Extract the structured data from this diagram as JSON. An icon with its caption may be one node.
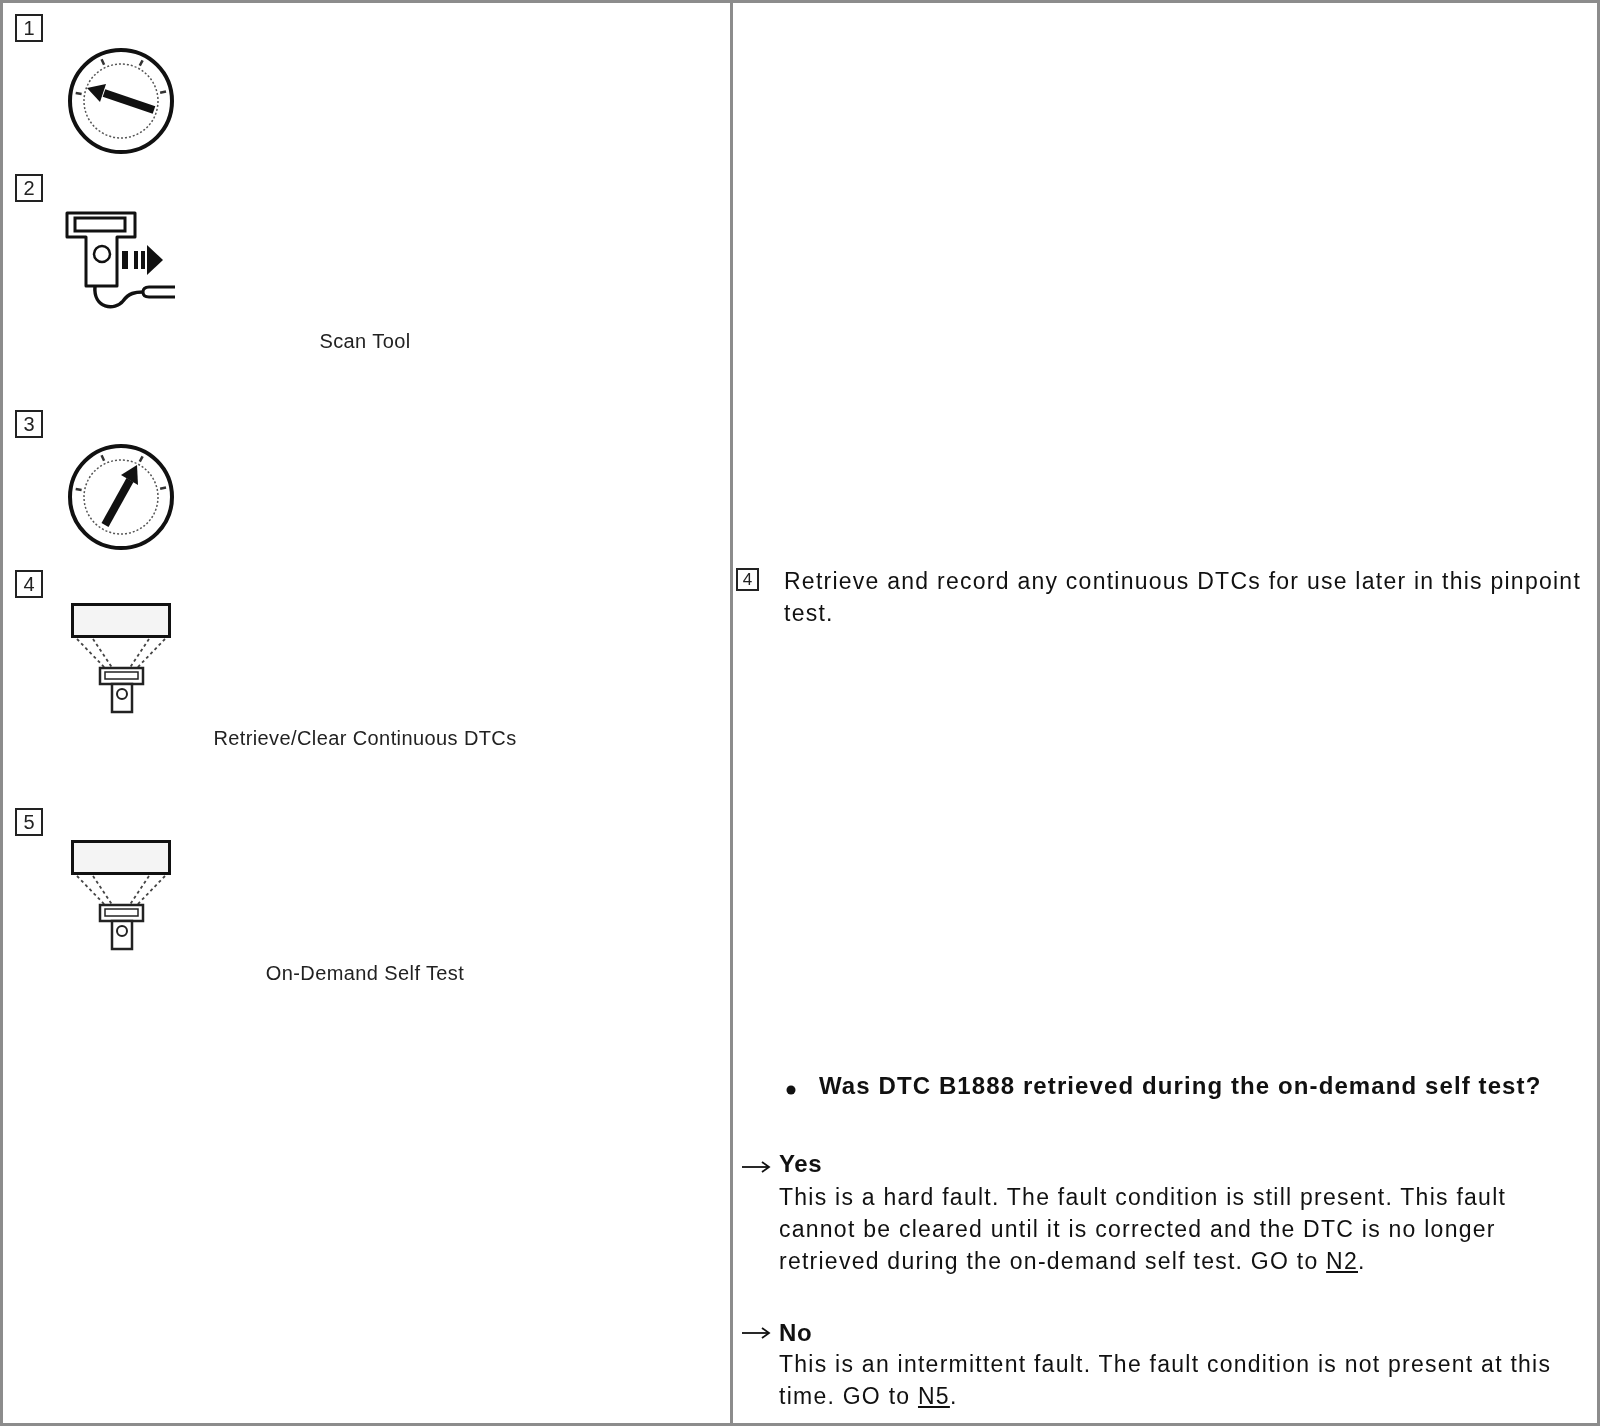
{
  "diagram": {
    "labels": [
      "1",
      "2",
      "Scan Tool",
      "3",
      "4",
      "Retrieve/Clear Continuous DTCs",
      "5",
      "On-Demand Self Test",
      "4",
      "Retrieve and record any continuous DTCs for use later in this pinpoint test.",
      "Was DTC B1888 retrieved during the on-demand self test?",
      "Yes",
      "This is a hard fault. The fault condition is still present. This fault cannot be cleared until it is corrected and the DTC is no longer retrieved during the on-demand self test. GO to N2.",
      "No",
      "This is an intermittent fault. The fault condition is not present at this time. GO to N5."
    ]
  }
}
